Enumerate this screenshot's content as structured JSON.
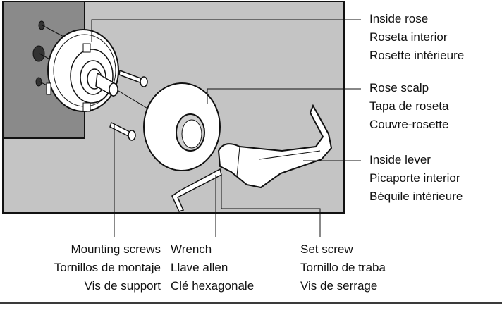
{
  "callouts": {
    "inside_rose": [
      "Inside rose",
      "Roseta interior",
      "Rosette intérieure"
    ],
    "rose_scalp": [
      "Rose scalp",
      "Tapa de roseta",
      "Couvre-rosette"
    ],
    "inside_lever": [
      "Inside lever",
      "Picaporte interior",
      "Béquile intérieure"
    ],
    "mounting_screws": [
      "Mounting screws",
      "Tornillos de montaje",
      "Vis de support"
    ],
    "wrench": [
      "Wrench",
      "Llave allen",
      "Clé hexagonale"
    ],
    "set_screw": [
      "Set screw",
      "Tornillo de traba",
      "Vis de serrage"
    ]
  },
  "colors": {
    "wall": "#8a8a8a",
    "door_face": "#c4c4c4",
    "part": "#ffffff",
    "line": "#111111"
  }
}
